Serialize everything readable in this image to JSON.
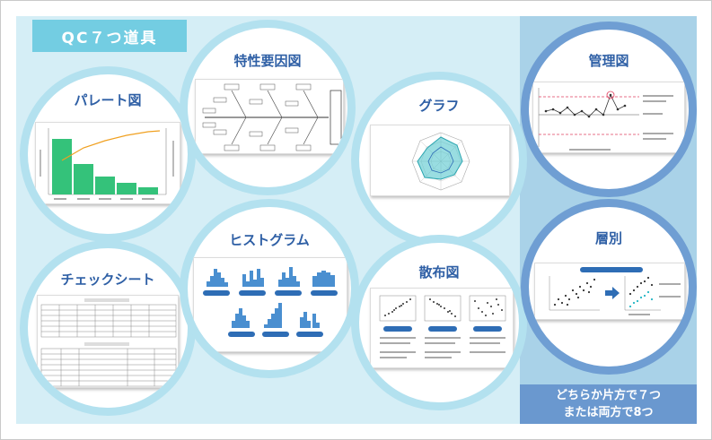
{
  "title": "QC７つ道具",
  "tools": {
    "pareto": "パレート図",
    "fishbone": "特性要因図",
    "graph": "グラフ",
    "control": "管理図",
    "checksheet": "チェックシート",
    "histogram": "ヒストグラム",
    "scatter": "散布図",
    "stratification": "層別"
  },
  "footer": {
    "line1": "どちらか片方で７つ",
    "line2": "または両方で8つ"
  },
  "colors": {
    "panel": "#d5eef6",
    "right_panel": "#a9d2e8",
    "title_box": "#73cde2",
    "label": "#2e5fa5",
    "footer_box": "#6a98cf"
  }
}
